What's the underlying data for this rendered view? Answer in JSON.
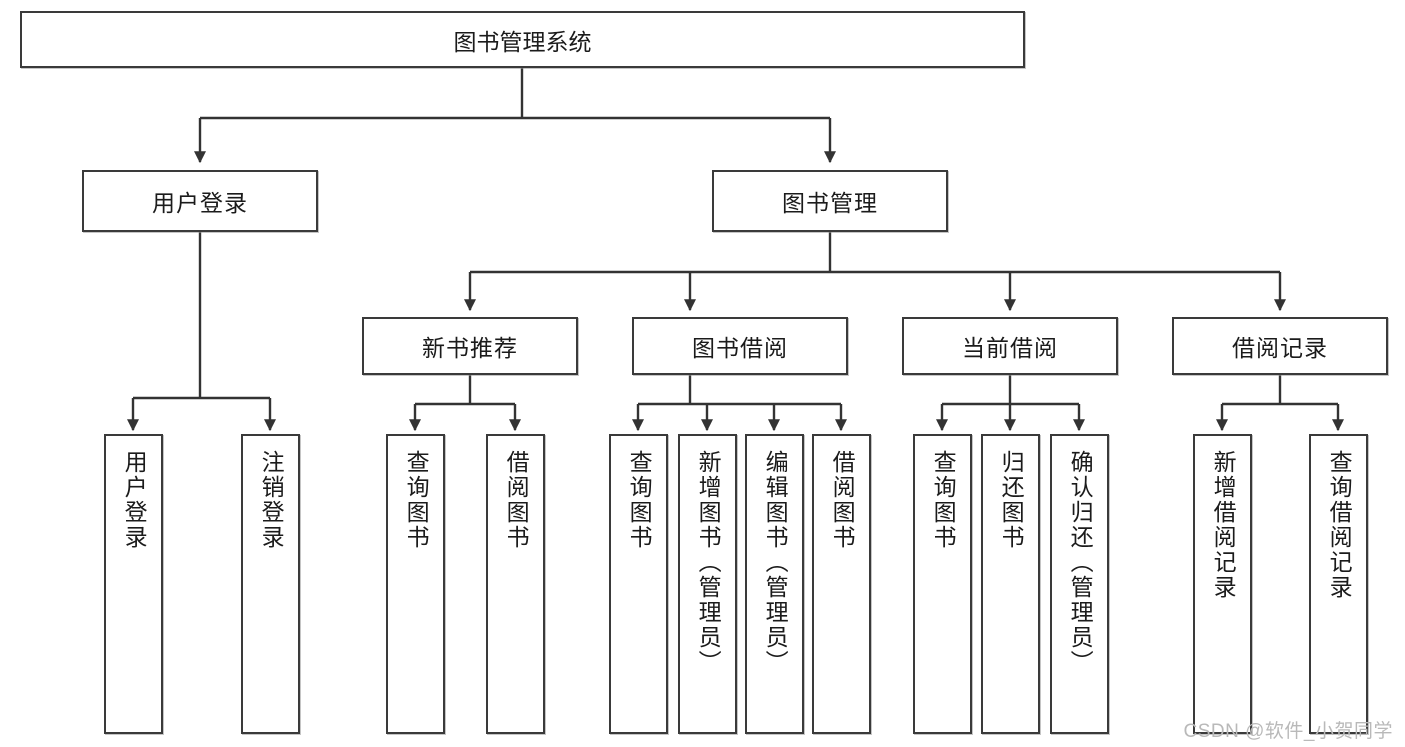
{
  "diagram": {
    "type": "tree-hierarchy",
    "title": "图书管理系统",
    "watermark": "CSDN @软件_小贺同学",
    "colors": {
      "border": "#3a3a3a",
      "background": "#ffffff",
      "text": "#1b1b1b",
      "watermark": "#b9b9b9"
    },
    "root": {
      "label": "图书管理系统"
    },
    "level2": [
      {
        "label": "用户登录"
      },
      {
        "label": "图书管理"
      }
    ],
    "level3": [
      {
        "label": "新书推荐"
      },
      {
        "label": "图书借阅"
      },
      {
        "label": "当前借阅"
      },
      {
        "label": "借阅记录"
      }
    ],
    "leaves": {
      "user_login": [
        {
          "label": "用户登录"
        },
        {
          "label": "注销登录"
        }
      ],
      "new_book": [
        {
          "label": "查询图书"
        },
        {
          "label": "借阅图书"
        }
      ],
      "book_borrow": [
        {
          "label": "查询图书"
        },
        {
          "label": "新增图书（管理员）"
        },
        {
          "label": "编辑图书（管理员）"
        },
        {
          "label": "借阅图书"
        }
      ],
      "current_borrow": [
        {
          "label": "查询图书"
        },
        {
          "label": "归还图书"
        },
        {
          "label": "确认归还（管理员）"
        }
      ],
      "borrow_record": [
        {
          "label": "新增借阅记录"
        },
        {
          "label": "查询借阅记录"
        }
      ]
    }
  }
}
